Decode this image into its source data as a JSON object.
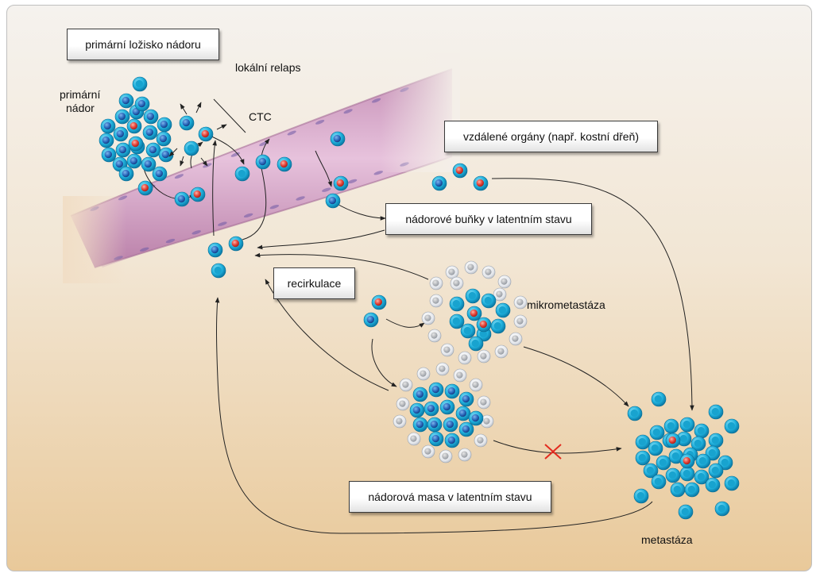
{
  "boxes": {
    "primary_site": "primární ložisko nádoru",
    "distant_organs": "vzdálené orgány (např. kostní dřeň)",
    "dormant_cells": "nádorové buňky v latentním stavu",
    "recirculation": "recirkulace",
    "dormant_mass": "nádorová masa v latentním stavu"
  },
  "labels": {
    "primary_tumor_line1": "primární",
    "primary_tumor_line2": "nádor",
    "local_relapse": "lokální relaps",
    "ctc": "CTC",
    "micrometastasis": "mikrometastáza",
    "metastasis": "metastáza"
  },
  "colors": {
    "vessel": "#d7a6c7",
    "cell_dark_blue": "#1f5fb0",
    "cell_cyan": "#15a9d6",
    "cell_red": "#e2433a",
    "cell_grey": "#c8ccd2",
    "blocked_cross": "#e32b1f",
    "arrow": "#222222"
  }
}
